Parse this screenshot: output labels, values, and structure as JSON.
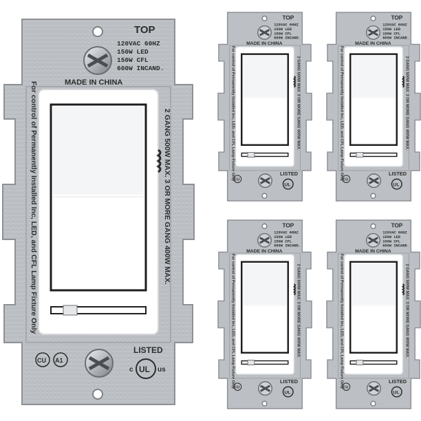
{
  "product": {
    "top_label": "TOP",
    "voltage": "120VAC 60HZ",
    "rating_led": "150W  LED",
    "rating_cfl": "150W  CFL",
    "rating_incand": "600W  INCAND.",
    "origin": "MADE IN CHINA",
    "side_text": "For control of Permanently Installed Inc, LED, and CFL Lamp Fixture Only",
    "gang_text": "2 GANG 500W MAX. 3 OR MORE GANG 400W MAX.",
    "listed": "LISTED",
    "ul_mark": "UL",
    "ul_c": "c",
    "ul_us": "us",
    "cul_mark": "CU",
    "ai_mark": "A1"
  },
  "colors": {
    "plate": "#bcc0c4",
    "plate_edge": "#8d9196",
    "paddle": "#ffffff",
    "paddle_border": "#1e1e1e",
    "text": "#2b2b2b"
  },
  "layout": {
    "large_count": 1,
    "small_count": 4
  }
}
